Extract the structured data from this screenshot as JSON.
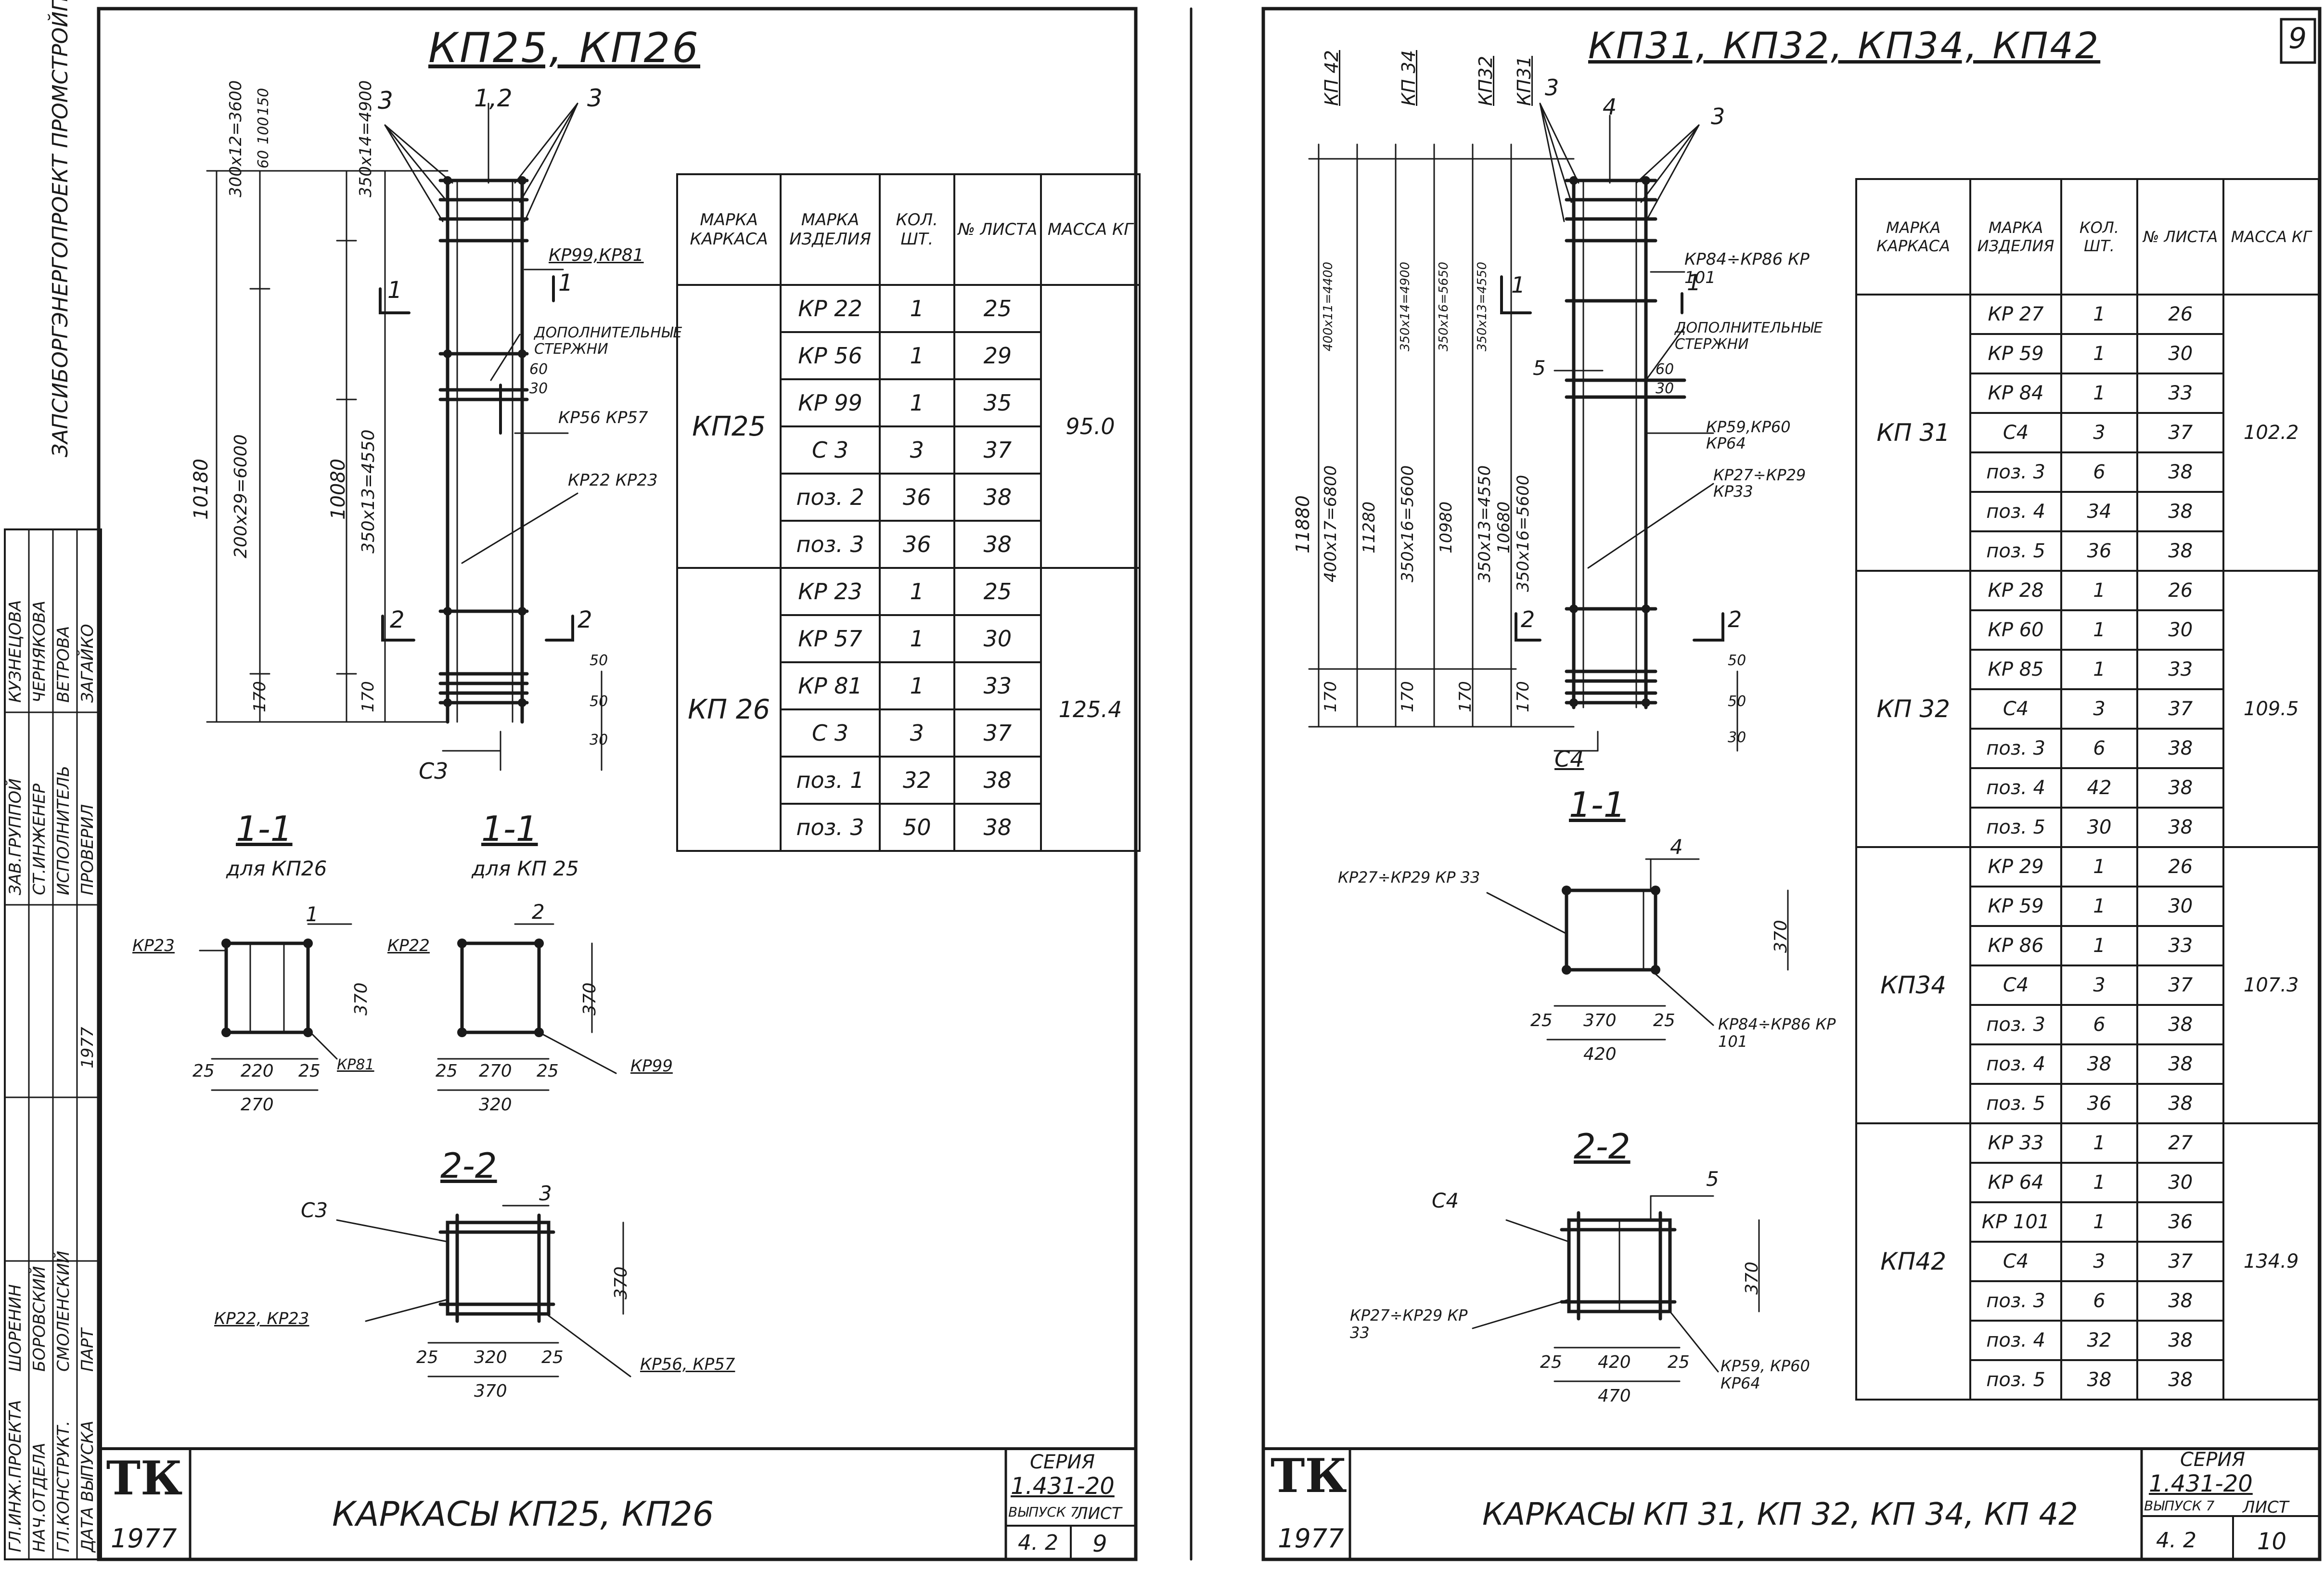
{
  "org_stamp": "ЗАПСИБОРГЭНЕРГОПРОЕКТ ПРОМСТРОЙПРОЕКТ",
  "signature_block": {
    "roles": [
      "ГЛ.ИНЖ.ПРОЕКТА",
      "НАЧ.ОТДЕЛА",
      "ГЛ.КОНСТРУКТ.",
      "ДАТА ВЫПУСКА"
    ],
    "names": [
      "ШОРЕНИН",
      "БОРОВСКИЙ",
      "СМОЛЕНСКИЙ",
      "ПАРТ"
    ],
    "roles2": [
      "ЗАВ.ГРУППОЙ",
      "СТ.ИНЖЕНЕР",
      "ИСПОЛНИТЕЛЬ",
      "ПРОВЕРИЛ"
    ],
    "names2": [
      "КУЗНЕЦОВА",
      "ЧЕРНЯКОВА",
      "ВЕТРОВА",
      "ЗАГАЙКО"
    ],
    "year": "1977"
  },
  "left": {
    "title": "КП25, КП26",
    "section_11a": "1-1",
    "section_11a_sub": "для КП26",
    "section_11b": "1-1",
    "section_11b_sub": "для КП 25",
    "section_22": "2-2",
    "dims": {
      "total": "10180",
      "inner": "10080",
      "d1": "300x12=3600",
      "d2": "200x29=6000",
      "d3": "350x14=4900",
      "d4": "350x13=4550",
      "bottom": "170",
      "bottom2": "170",
      "top1": "60",
      "top2": "100",
      "top3": "150"
    },
    "labels": {
      "pos3a": "3",
      "pos12": "1,2",
      "pos3b": "3",
      "kr9981": "КР99,КР81",
      "addrods": "ДОПОЛНИТЕЛЬНЫЕ СТЕРЖНИ",
      "kr5657": "КР56 КР57",
      "kr2223": "КР22 КР23",
      "c3": "С3",
      "sec1": "1",
      "sec2": "2",
      "d30": "30",
      "d60": "60",
      "d50a": "50",
      "d50b": "50",
      "d30b": "30"
    },
    "s11a": {
      "kr": "КР23",
      "pos": "1",
      "krb": "КР81",
      "w1": "25",
      "w2": "220",
      "w3": "25",
      "tot": "270"
    },
    "s11b": {
      "kr": "КР22",
      "pos": "2",
      "krb": "КР99",
      "w1": "25",
      "w2": "270",
      "w3": "25",
      "tot": "320",
      "h": "370"
    },
    "s22": {
      "c": "С3",
      "pos": "3",
      "kr": "КР22, КР23",
      "krb": "КР56, КР57",
      "w1": "25",
      "w2": "320",
      "w3": "25",
      "tot": "370",
      "h": "370"
    },
    "h370a": "370",
    "table": {
      "headers": [
        "МАРКА КАРКАСА",
        "МАРКА ИЗДЕЛИЯ",
        "КОЛ. ШТ.",
        "№ ЛИСТА",
        "МАССА КГ"
      ],
      "groups": [
        {
          "mark": "КП25",
          "mass": "95.0",
          "rows": [
            [
              "КР 22",
              "1",
              "25"
            ],
            [
              "КР 56",
              "1",
              "29"
            ],
            [
              "КР 99",
              "1",
              "35"
            ],
            [
              "С 3",
              "3",
              "37"
            ],
            [
              "поз. 2",
              "36",
              "38"
            ],
            [
              "поз. 3",
              "36",
              "38"
            ]
          ]
        },
        {
          "mark": "КП 26",
          "mass": "125.4",
          "rows": [
            [
              "КР 23",
              "1",
              "25"
            ],
            [
              "КР 57",
              "1",
              "30"
            ],
            [
              "КР 81",
              "1",
              "33"
            ],
            [
              "С 3",
              "3",
              "37"
            ],
            [
              "поз. 1",
              "32",
              "38"
            ],
            [
              "поз. 3",
              "50",
              "38"
            ]
          ]
        }
      ]
    },
    "stamp": {
      "logo": "ТК",
      "year": "1977",
      "title": "КАРКАСЫ КП25, КП26",
      "series_label": "СЕРИЯ",
      "series": "1.431-20",
      "issue_label": "ВЫПУСК 7",
      "issue": "4. 2",
      "sheet_label": "ЛИСТ",
      "sheet": "9"
    }
  },
  "right": {
    "title": "КП31, КП32, КП34, КП42",
    "page_no": "9",
    "section_11": "1-1",
    "section_22": "2-2",
    "dims": {
      "total": "11880",
      "d1": "400x17=6800",
      "d2": "11280",
      "d3": "350x16=5600",
      "d4": "10980",
      "d5": "350x13=4550",
      "d6": "10680",
      "d7": "350x16=5600",
      "b1": "170",
      "b2": "170",
      "b3": "170",
      "b4": "170",
      "t1": "400x11=4400",
      "t2": "350x14=4900",
      "t3": "350x16=5650",
      "t4": "350x13=4550",
      "marks": [
        "КП 42",
        "КП 34",
        "КП32",
        "КП31"
      ]
    },
    "labels": {
      "pos3a": "3",
      "pos4": "4",
      "pos3b": "3",
      "kr8486": "КР84÷КР86 КР 101",
      "addrods": "ДОПОЛНИТЕЛЬНЫЕ СТЕРЖНИ",
      "pos5": "5",
      "kr5960": "КР59,КР60 КР64",
      "kr2729": "КР27÷КР29 КР33",
      "c4": "С4",
      "sec1": "1",
      "sec2": "2",
      "d30": "30",
      "d60": "60",
      "d50a": "50",
      "d50b": "50",
      "d30b": "30"
    },
    "s11": {
      "kr": "КР27÷КР29 КР 33",
      "pos": "4",
      "krb": "КР84÷КР86 КР 101",
      "w1": "25",
      "w2": "370",
      "w3": "25",
      "tot": "420",
      "h": "370"
    },
    "s22": {
      "c": "С4",
      "pos": "5",
      "kr": "КР27÷КР29 КР 33",
      "krb": "КР59, КР60 КР64",
      "w1": "25",
      "w2": "420",
      "w3": "25",
      "tot": "470",
      "h": "370"
    },
    "table": {
      "headers": [
        "МАРКА КАРКАСА",
        "МАРКА ИЗДЕЛИЯ",
        "КОЛ. ШТ.",
        "№ ЛИСТА",
        "МАССА КГ"
      ],
      "groups": [
        {
          "mark": "КП 31",
          "mass": "102.2",
          "rows": [
            [
              "КР 27",
              "1",
              "26"
            ],
            [
              "КР 59",
              "1",
              "30"
            ],
            [
              "КР 84",
              "1",
              "33"
            ],
            [
              "С4",
              "3",
              "37"
            ],
            [
              "поз. 3",
              "6",
              "38"
            ],
            [
              "поз. 4",
              "34",
              "38"
            ],
            [
              "поз. 5",
              "36",
              "38"
            ]
          ]
        },
        {
          "mark": "КП 32",
          "mass": "109.5",
          "rows": [
            [
              "КР 28",
              "1",
              "26"
            ],
            [
              "КР 60",
              "1",
              "30"
            ],
            [
              "КР 85",
              "1",
              "33"
            ],
            [
              "С4",
              "3",
              "37"
            ],
            [
              "поз. 3",
              "6",
              "38"
            ],
            [
              "поз. 4",
              "42",
              "38"
            ],
            [
              "поз. 5",
              "30",
              "38"
            ]
          ]
        },
        {
          "mark": "КП34",
          "mass": "107.3",
          "rows": [
            [
              "КР 29",
              "1",
              "26"
            ],
            [
              "КР 59",
              "1",
              "30"
            ],
            [
              "КР 86",
              "1",
              "33"
            ],
            [
              "С4",
              "3",
              "37"
            ],
            [
              "поз. 3",
              "6",
              "38"
            ],
            [
              "поз. 4",
              "38",
              "38"
            ],
            [
              "поз. 5",
              "36",
              "38"
            ]
          ]
        },
        {
          "mark": "КП42",
          "mass": "134.9",
          "rows": [
            [
              "КР 33",
              "1",
              "27"
            ],
            [
              "КР 64",
              "1",
              "30"
            ],
            [
              "КР 101",
              "1",
              "36"
            ],
            [
              "С4",
              "3",
              "37"
            ],
            [
              "поз. 3",
              "6",
              "38"
            ],
            [
              "поз. 4",
              "32",
              "38"
            ],
            [
              "поз. 5",
              "38",
              "38"
            ]
          ]
        }
      ]
    },
    "stamp": {
      "logo": "ТК",
      "year": "1977",
      "title": "КАРКАСЫ КП 31, КП 32, КП 34, КП 42",
      "series_label": "СЕРИЯ",
      "series": "1.431-20",
      "issue_label": "ВЫПУСК 7",
      "issue": "4. 2",
      "sheet_label": "ЛИСТ",
      "sheet": "10"
    }
  }
}
